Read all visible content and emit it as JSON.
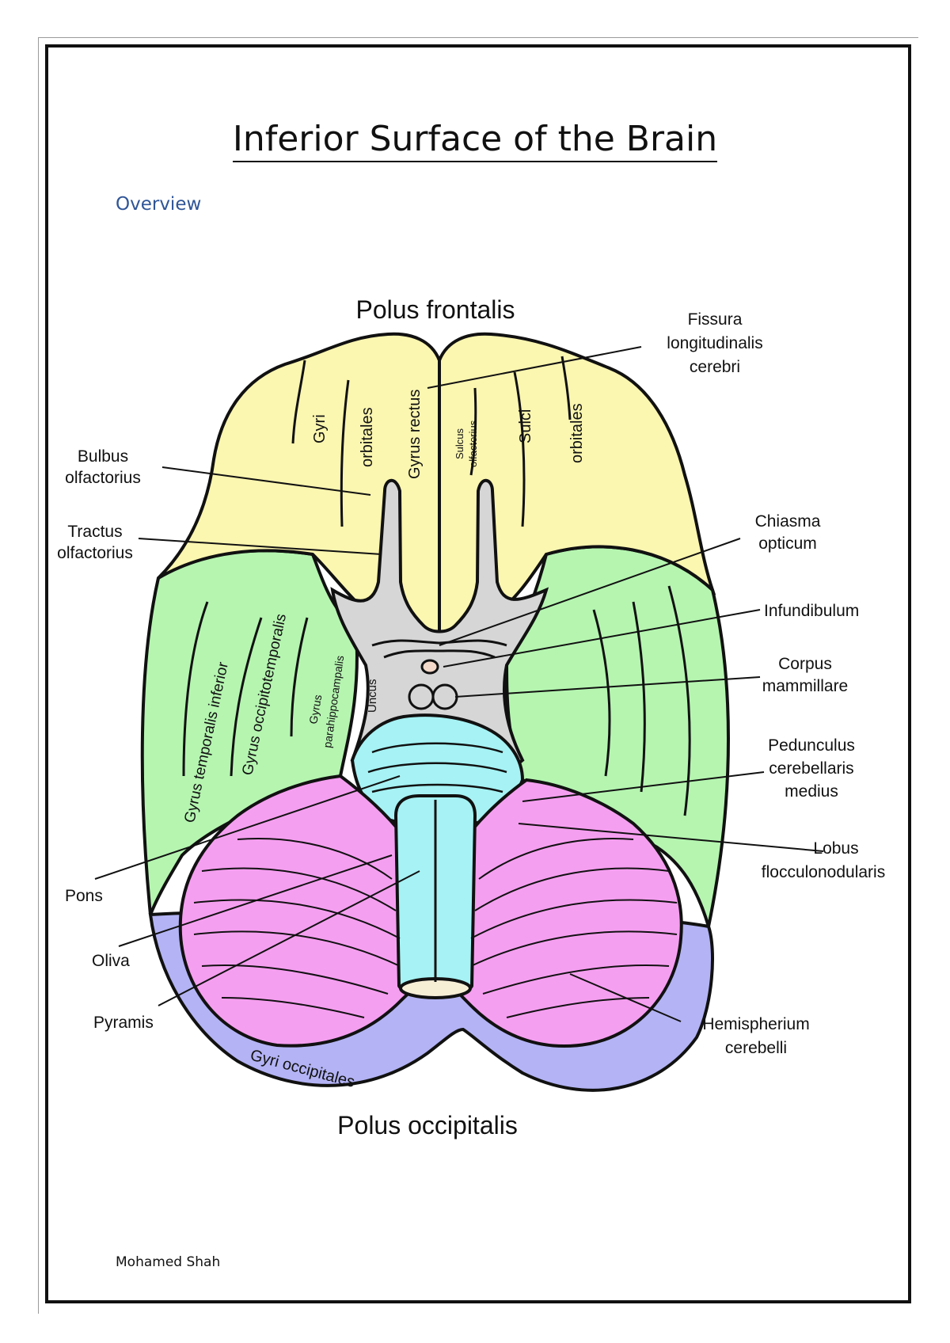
{
  "document": {
    "title": "Inferior Surface of the Brain",
    "section": "Overview",
    "author": "Mohamed Shah"
  },
  "diagram": {
    "top_label": "Polus frontalis",
    "bottom_label": "Polus occipitalis",
    "inner_labels": {
      "gyri": "Gyri",
      "orbitales_left": "orbitales",
      "gyrus_rectus": "Gyrus rectus",
      "sulcus": "Sulcus",
      "olfactorius": "olfactorius",
      "sulci": "Sulci",
      "orbitales_right": "orbitales",
      "gyrus_temporalis_inferior": "Gyrus temporalis inferior",
      "gyrus_occipitotemporalis": "Gyrus occipitotemporalis",
      "gyrus": "Gyrus",
      "parahippocampalis": "parahippocampalis",
      "uncus": "Uncus",
      "gyri_occipitales": "Gyri occipitales"
    },
    "left_callouts": {
      "bulbus_1": "Bulbus",
      "bulbus_2": "olfactorius",
      "tractus_1": "Tractus",
      "tractus_2": "olfactorius",
      "pons": "Pons",
      "oliva": "Oliva",
      "pyramis": "Pyramis"
    },
    "right_callouts": {
      "fissura_1": "Fissura",
      "fissura_2": "longitudinalis",
      "fissura_3": "cerebri",
      "chiasma_1": "Chiasma",
      "chiasma_2": "opticum",
      "infundibulum": "Infundibulum",
      "corpus_1": "Corpus",
      "corpus_2": "mammillare",
      "pedunculus_1": "Pedunculus",
      "pedunculus_2": "cerebellaris",
      "pedunculus_3": "medius",
      "lobus_1": "Lobus",
      "lobus_2": "flocculonodularis",
      "hemispherium_1": "Hemispherium",
      "hemispherium_2": "cerebelli"
    },
    "colors": {
      "frontal_lobe": "#fbf6b0",
      "temporal_lobe": "#b5f5b0",
      "occipital_lobe": "#b3b3f5",
      "cerebellum": "#f59ff0",
      "brainstem": "#a6f2f4",
      "olfactory_and_base": "#d6d6d6"
    }
  }
}
